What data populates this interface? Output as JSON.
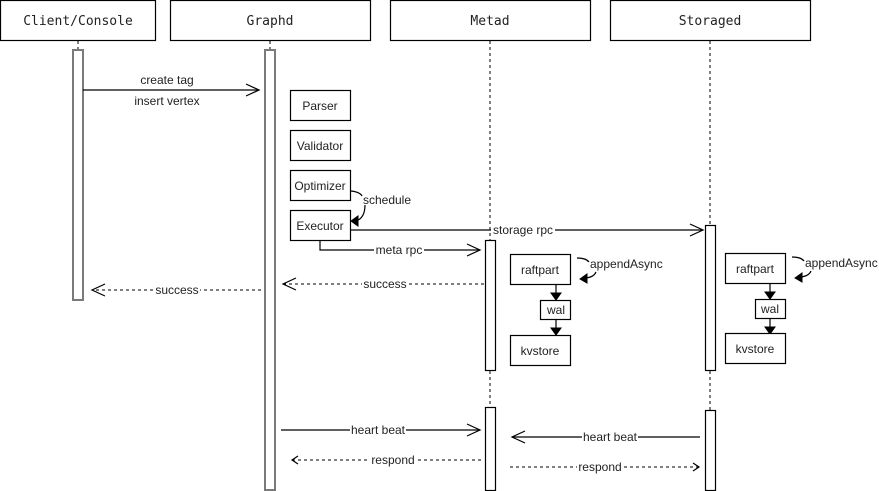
{
  "participants": [
    {
      "id": "client",
      "label": "Client/Console"
    },
    {
      "id": "graphd",
      "label": "Graphd"
    },
    {
      "id": "metad",
      "label": "Metad"
    },
    {
      "id": "storaged",
      "label": "Storaged"
    }
  ],
  "graphd_stages": [
    {
      "label": "Parser"
    },
    {
      "label": "Validator"
    },
    {
      "label": "Optimizer"
    },
    {
      "label": "Executor"
    }
  ],
  "metad_stack": {
    "raftpart": "raftpart",
    "wal": "wal",
    "kvstore": "kvstore",
    "self_call": "appendAsync"
  },
  "storaged_stack": {
    "raftpart": "raftpart",
    "wal": "wal",
    "kvstore": "kvstore",
    "self_call": "appendAsync"
  },
  "messages": {
    "create_tag": "create tag",
    "insert_vertex": "insert vertex",
    "schedule": "schedule",
    "storage_rpc": "storage rpc",
    "meta_rpc": "meta rpc",
    "success_meta_to_graphd": "success",
    "success_graphd_to_client": "success",
    "heartbeat_graphd_to_metad": "heart beat",
    "respond_metad_to_graphd": "respond",
    "heartbeat_storaged_to_metad": "heart beat",
    "respond_metad_to_storaged": "respond"
  }
}
